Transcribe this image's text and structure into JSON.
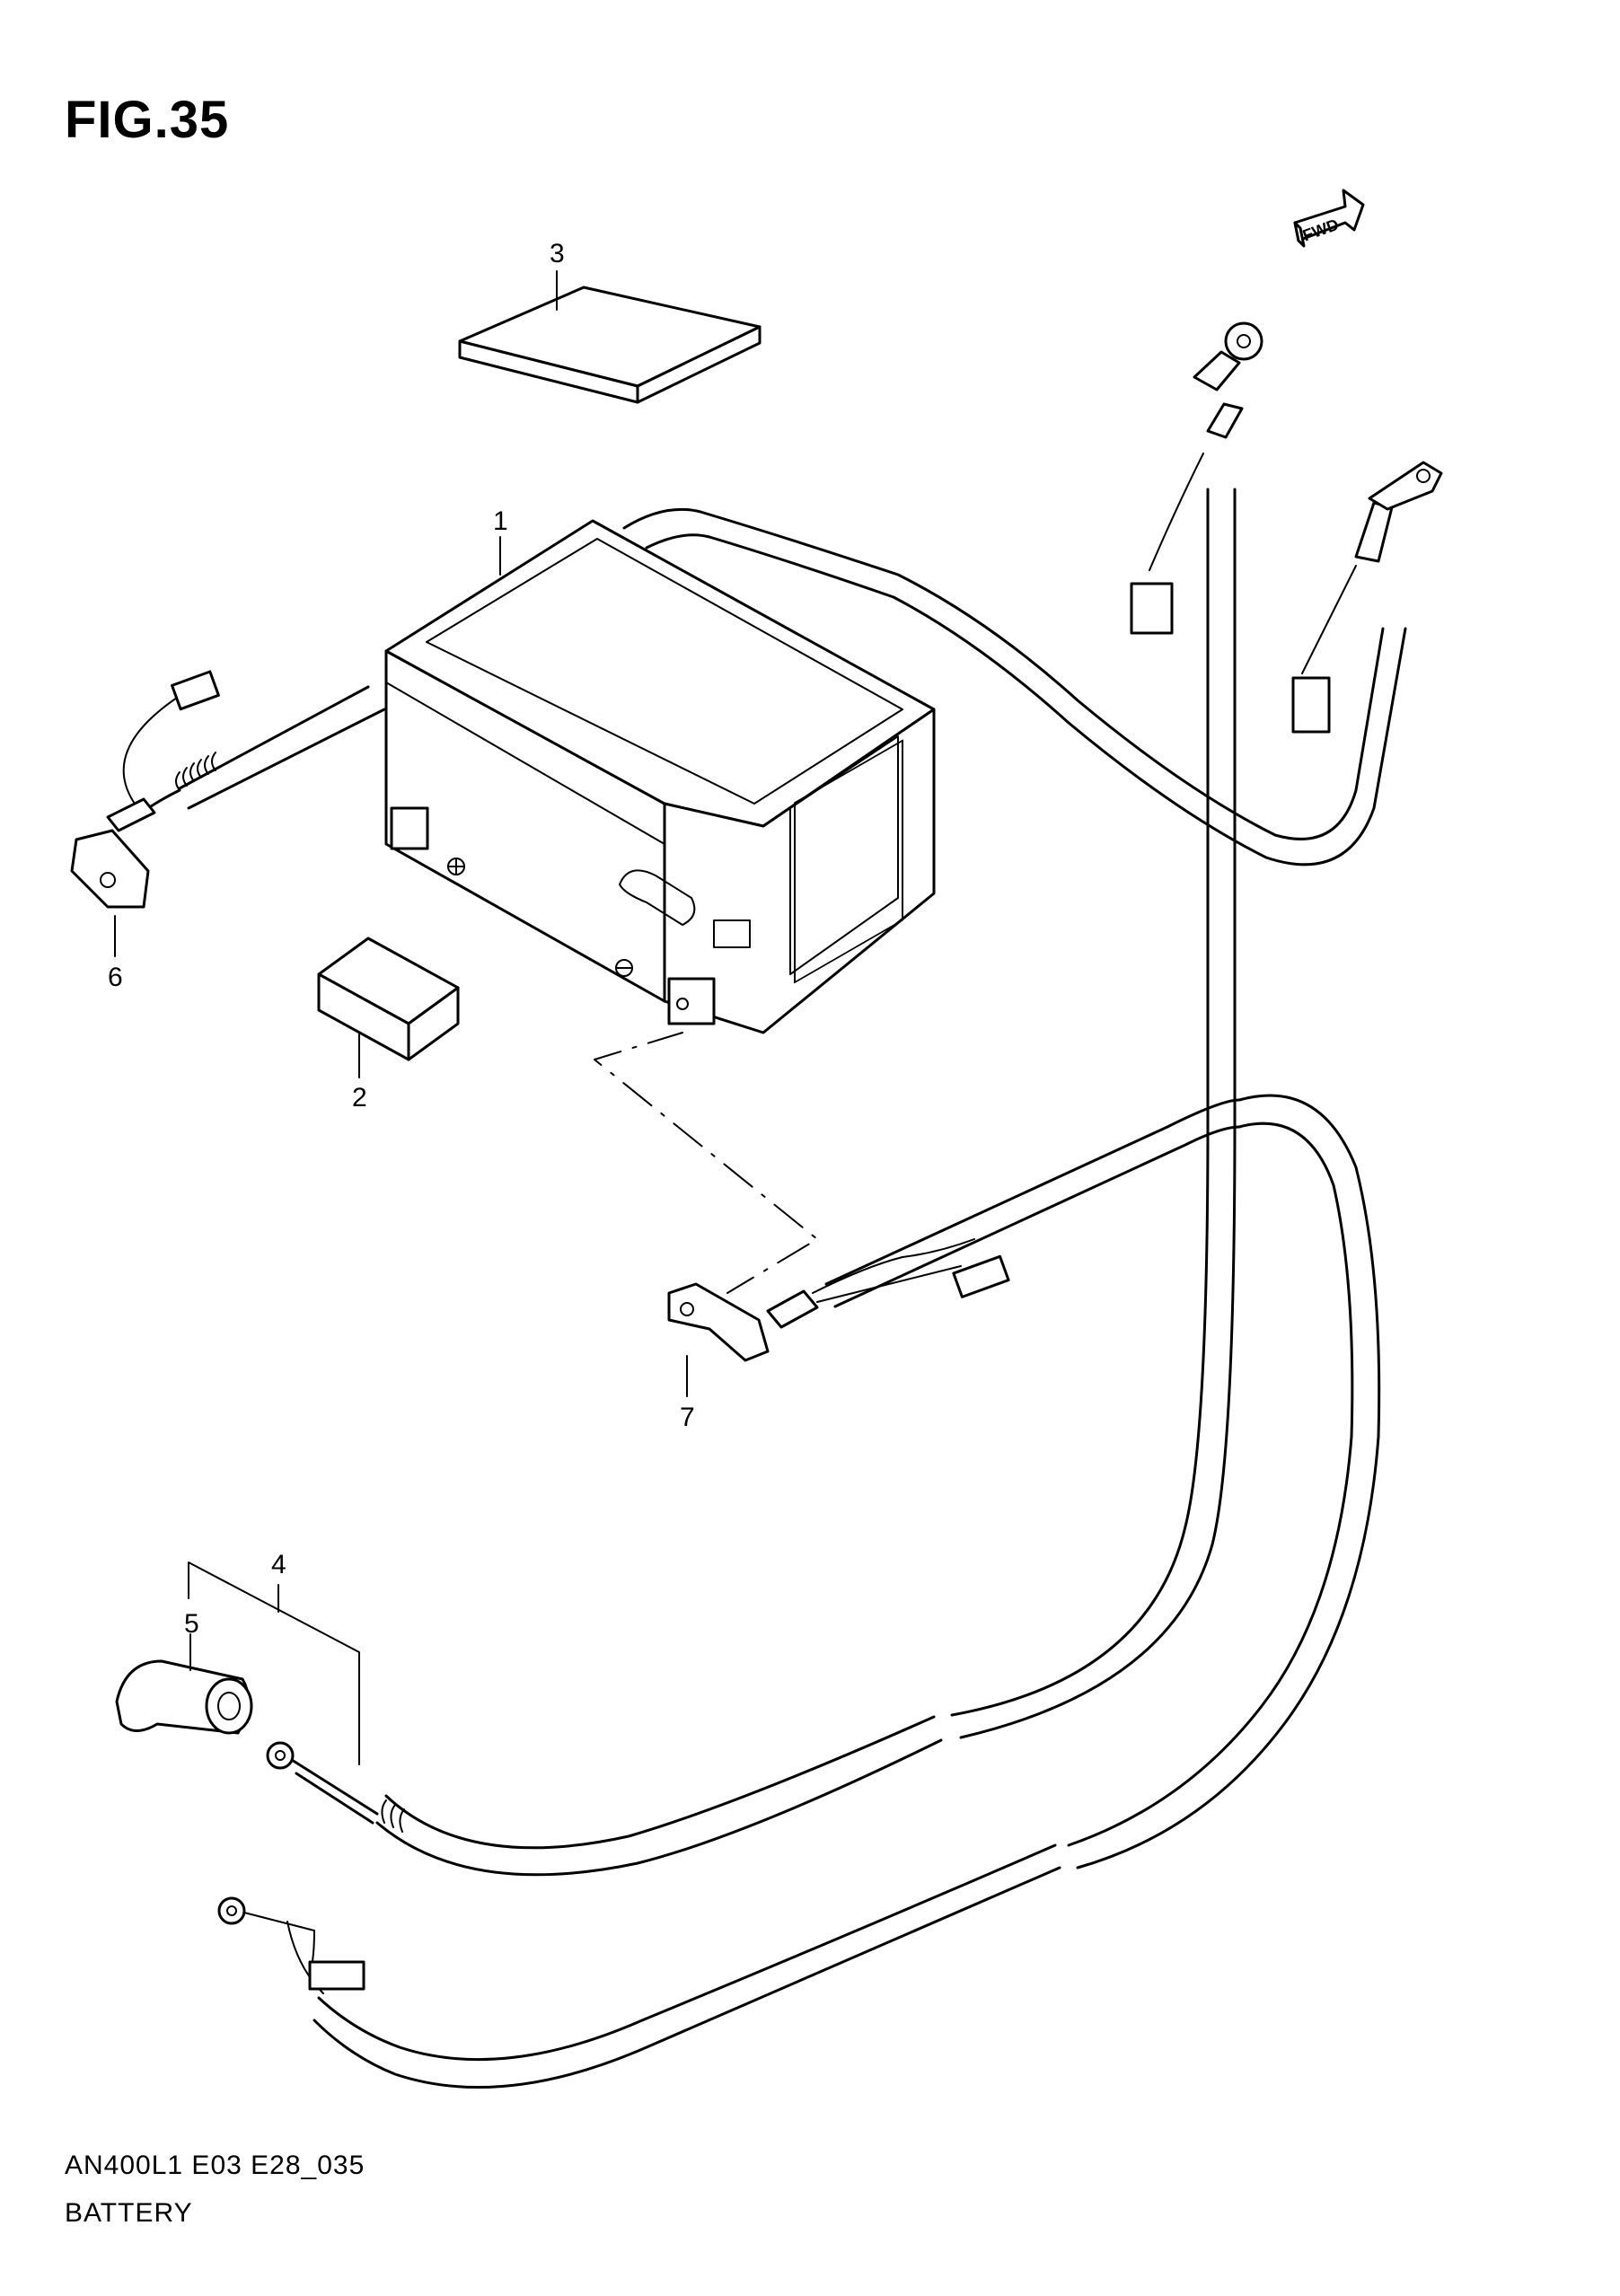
{
  "figure": {
    "title": "FIG.35",
    "fwd_label": "FWD",
    "code": "AN400L1 E03 E28_035",
    "name": "BATTERY"
  },
  "callouts": [
    {
      "id": "1",
      "text": "1"
    },
    {
      "id": "2",
      "text": "2"
    },
    {
      "id": "3",
      "text": "3"
    },
    {
      "id": "4",
      "text": "4"
    },
    {
      "id": "5",
      "text": "5"
    },
    {
      "id": "6",
      "text": "6"
    },
    {
      "id": "7",
      "text": "7"
    }
  ]
}
